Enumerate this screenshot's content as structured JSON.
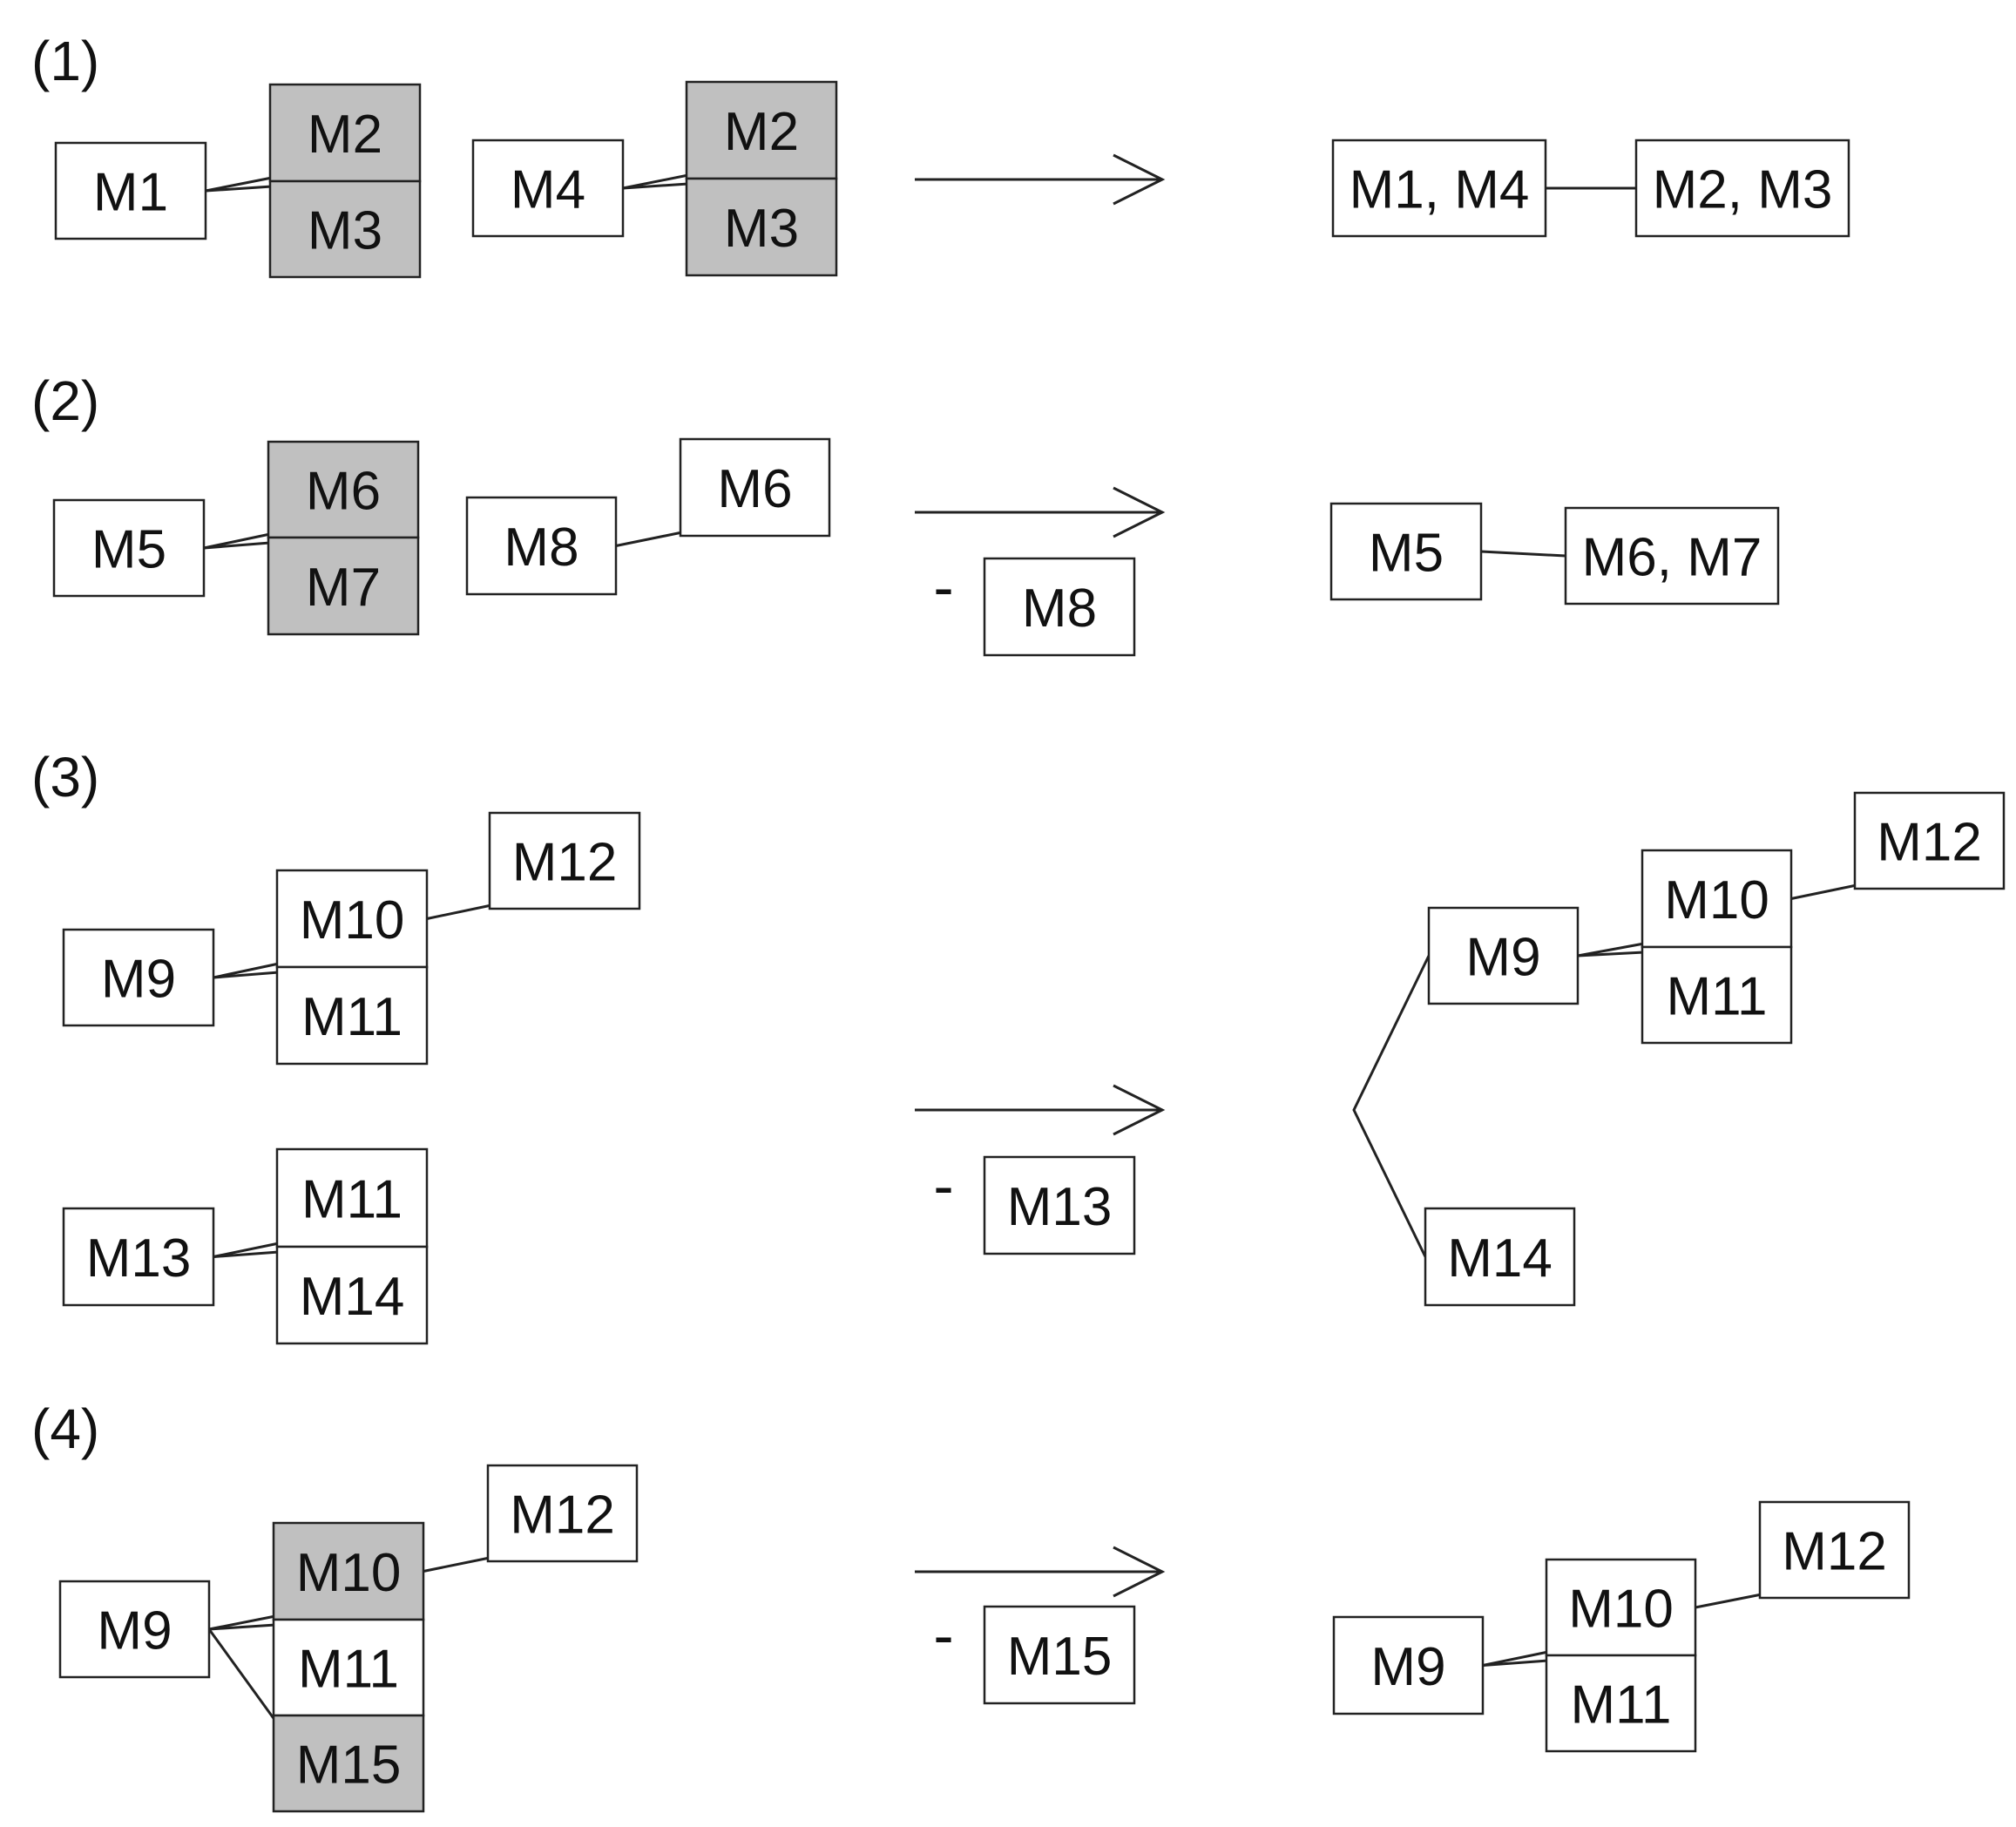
{
  "colors": {
    "shaded": "#c0c0c0",
    "plain": "#ffffff",
    "stroke": "#222222"
  },
  "panels": [
    {
      "id": "1",
      "label": "(1)",
      "removed": null,
      "boxes": [
        {
          "id": "p1-m1",
          "text": "M1",
          "shaded": false
        },
        {
          "id": "p1-m2a",
          "text": "M2",
          "shaded": true
        },
        {
          "id": "p1-m3a",
          "text": "M3",
          "shaded": true
        },
        {
          "id": "p1-m4",
          "text": "M4",
          "shaded": false
        },
        {
          "id": "p1-m2b",
          "text": "M2",
          "shaded": true
        },
        {
          "id": "p1-m3b",
          "text": "M3",
          "shaded": true
        },
        {
          "id": "p1-m1m4",
          "text": "M1, M4",
          "shaded": false
        },
        {
          "id": "p1-m2m3",
          "text": "M2, M3",
          "shaded": false
        }
      ]
    },
    {
      "id": "2",
      "label": "(2)",
      "removed": {
        "minus": "-",
        "text": "M8"
      },
      "boxes": [
        {
          "id": "p2-m5",
          "text": "M5",
          "shaded": false
        },
        {
          "id": "p2-m6a",
          "text": "M6",
          "shaded": true
        },
        {
          "id": "p2-m7",
          "text": "M7",
          "shaded": true
        },
        {
          "id": "p2-m8",
          "text": "M8",
          "shaded": false
        },
        {
          "id": "p2-m6b",
          "text": "M6",
          "shaded": false
        },
        {
          "id": "p2-m5r",
          "text": "M5",
          "shaded": false
        },
        {
          "id": "p2-m6m7",
          "text": "M6, M7",
          "shaded": false
        }
      ]
    },
    {
      "id": "3",
      "label": "(3)",
      "removed": {
        "minus": "-",
        "text": "M13"
      },
      "boxes": [
        {
          "id": "p3-m9",
          "text": "M9",
          "shaded": false
        },
        {
          "id": "p3-m10",
          "text": "M10",
          "shaded": false
        },
        {
          "id": "p3-m11a",
          "text": "M11",
          "shaded": false
        },
        {
          "id": "p3-m12",
          "text": "M12",
          "shaded": false
        },
        {
          "id": "p3-m13",
          "text": "M13",
          "shaded": false
        },
        {
          "id": "p3-m11b",
          "text": "M11",
          "shaded": false
        },
        {
          "id": "p3-m14",
          "text": "M14",
          "shaded": false
        },
        {
          "id": "p3-m9r",
          "text": "M9",
          "shaded": false
        },
        {
          "id": "p3-m10r",
          "text": "M10",
          "shaded": false
        },
        {
          "id": "p3-m11r",
          "text": "M11",
          "shaded": false
        },
        {
          "id": "p3-m12r",
          "text": "M12",
          "shaded": false
        },
        {
          "id": "p3-m14r",
          "text": "M14",
          "shaded": false
        }
      ]
    },
    {
      "id": "4",
      "label": "(4)",
      "removed": {
        "minus": "-",
        "text": "M15"
      },
      "boxes": [
        {
          "id": "p4-m9",
          "text": "M9",
          "shaded": false
        },
        {
          "id": "p4-m10",
          "text": "M10",
          "shaded": true
        },
        {
          "id": "p4-m11",
          "text": "M11",
          "shaded": false
        },
        {
          "id": "p4-m15",
          "text": "M15",
          "shaded": true
        },
        {
          "id": "p4-m12",
          "text": "M12",
          "shaded": false
        },
        {
          "id": "p4-m9r",
          "text": "M9",
          "shaded": false
        },
        {
          "id": "p4-m10r",
          "text": "M10",
          "shaded": false
        },
        {
          "id": "p4-m11r",
          "text": "M11",
          "shaded": false
        },
        {
          "id": "p4-m12r",
          "text": "M12",
          "shaded": false
        }
      ]
    }
  ]
}
